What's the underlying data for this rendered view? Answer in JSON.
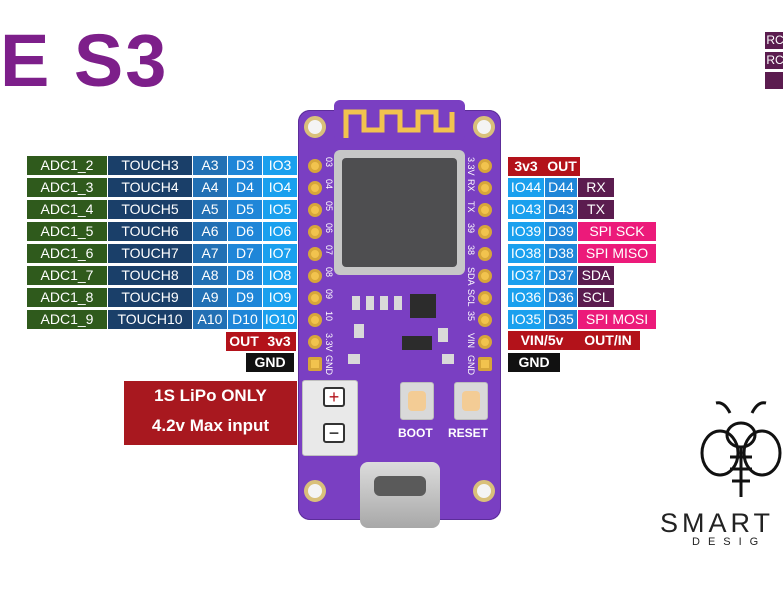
{
  "title": "E S3",
  "corner_tags": [
    "RC",
    "RC",
    ""
  ],
  "left_rows": [
    {
      "adc": "ADC1_2",
      "touch": "TOUCH3",
      "a": "A3",
      "d": "D3",
      "io": "IO3",
      "pin": "03"
    },
    {
      "adc": "ADC1_3",
      "touch": "TOUCH4",
      "a": "A4",
      "d": "D4",
      "io": "IO4",
      "pin": "04"
    },
    {
      "adc": "ADC1_4",
      "touch": "TOUCH5",
      "a": "A5",
      "d": "D5",
      "io": "IO5",
      "pin": "05"
    },
    {
      "adc": "ADC1_5",
      "touch": "TOUCH6",
      "a": "A6",
      "d": "D6",
      "io": "IO6",
      "pin": "06"
    },
    {
      "adc": "ADC1_6",
      "touch": "TOUCH7",
      "a": "A7",
      "d": "D7",
      "io": "IO7",
      "pin": "07"
    },
    {
      "adc": "ADC1_7",
      "touch": "TOUCH8",
      "a": "A8",
      "d": "D8",
      "io": "IO8",
      "pin": "08"
    },
    {
      "adc": "ADC1_8",
      "touch": "TOUCH9",
      "a": "A9",
      "d": "D9",
      "io": "IO9",
      "pin": "09"
    },
    {
      "adc": "ADC1_9",
      "touch": "TOUCH10",
      "a": "A10",
      "d": "D10",
      "io": "IO10",
      "pin": "10"
    }
  ],
  "left_power": {
    "out_label": "OUT",
    "out_value": "3v3",
    "gnd": "GND",
    "pin_3v3": "3.3V",
    "pin_gnd": "GND"
  },
  "right_rows": [
    {
      "pin": "3.3V",
      "io": "",
      "d": "",
      "func": "",
      "power": "3v3",
      "power_label": "OUT"
    },
    {
      "pin": "RX",
      "io": "IO44",
      "d": "D44",
      "func": "RX",
      "kind": "uart"
    },
    {
      "pin": "TX",
      "io": "IO43",
      "d": "D43",
      "func": "TX",
      "kind": "uart"
    },
    {
      "pin": "39",
      "io": "IO39",
      "d": "D39",
      "func": "SPI SCK",
      "kind": "spi"
    },
    {
      "pin": "38",
      "io": "IO38",
      "d": "D38",
      "func": "SPI MISO",
      "kind": "spi"
    },
    {
      "pin": "SDA",
      "io": "IO37",
      "d": "D37",
      "func": "SDA",
      "kind": "i2c"
    },
    {
      "pin": "SCL",
      "io": "IO36",
      "d": "D36",
      "func": "SCL",
      "kind": "i2c"
    },
    {
      "pin": "35",
      "io": "IO35",
      "d": "D35",
      "func": "SPI MOSI",
      "kind": "spi"
    }
  ],
  "right_power": {
    "vin": "VIN/5v",
    "vin_mode": "OUT/IN",
    "gnd": "GND",
    "pin_vin": "VIN",
    "pin_gnd": "GND"
  },
  "battery": {
    "line1": "1S LiPo ONLY",
    "line2": "4.2v Max input",
    "plus": "+",
    "minus": "−"
  },
  "buttons": {
    "boot": "BOOT",
    "reset": "RESET"
  },
  "brand": {
    "name": "SMART",
    "sub": "DESIG"
  },
  "colors": {
    "board": "#7a3fc2",
    "title": "#7d1f8a",
    "adc": "#2f5a1c",
    "touch": "#1a3f69",
    "analog": "#2270b4",
    "digital": "#1f86d8",
    "io": "#1aa0ee",
    "uart": "#5b1c4f",
    "spi": "#ec1a7a",
    "power": "#b3121a",
    "ground": "#111111"
  }
}
